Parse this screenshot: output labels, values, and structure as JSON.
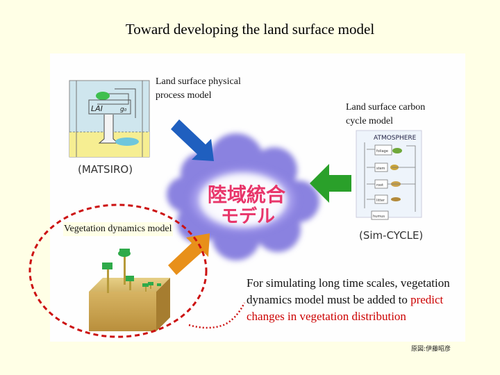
{
  "title": "Toward developing the land surface model",
  "physical_model": {
    "label": "Land surface physical process model",
    "line1": "Land surface physical",
    "line2": "process model",
    "name": "(MATSIRO)",
    "diagram_text_lai": "LAI",
    "diagram_text_g": "g₀"
  },
  "carbon_model": {
    "line1": "Land surface carbon",
    "line2": "cycle model",
    "name": "(Sim-CYCLE)",
    "atmosphere": "ATMOSPHERE",
    "pools": [
      "foliage",
      "stem",
      "root",
      "litter",
      "humus"
    ]
  },
  "center": {
    "line1": "陸域統合",
    "line2": "モデル"
  },
  "vegetation": {
    "label": "Vegetation dynamics model"
  },
  "caption": {
    "part1": "For simulating long time scales, vegetation dynamics model must be added to ",
    "highlight": "predict changes in vegetation distribution"
  },
  "credit": "原図:伊藤昭彦",
  "colors": {
    "background": "#ffffe6",
    "center_text": "#e8356a",
    "cloud": "#8a82e0",
    "blue_arrow": "#1f5fbf",
    "green_arrow": "#2aa02a",
    "orange_arrow": "#e8901a",
    "dashed_circle": "#cc1111",
    "highlight": "#cc0000"
  }
}
